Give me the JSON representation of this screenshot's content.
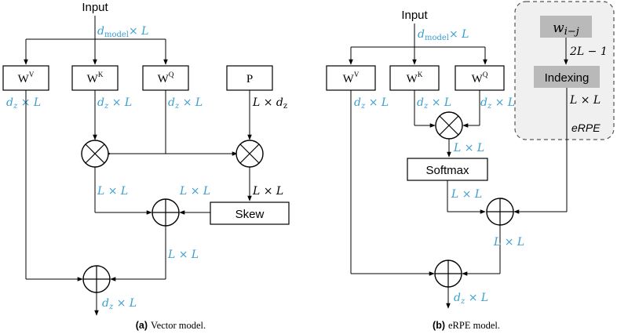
{
  "panel_a": {
    "input_label": "Input",
    "input_dim": "d",
    "input_dim_sub": "model",
    "input_dim_tail": "× L",
    "boxes": {
      "wv": "W",
      "wv_sup": "V",
      "wk": "W",
      "wk_sup": "K",
      "wq": "W",
      "wq_sup": "Q",
      "p": "P",
      "skew": "Skew"
    },
    "dims": {
      "wv_out": "d",
      "wv_out_sub": "z",
      "wv_out_tail": " × L",
      "wk_out": "d",
      "wk_out_sub": "z",
      "wk_out_tail": " × L",
      "wq_out": "d",
      "wq_out_sub": "z",
      "wq_out_tail": " × L",
      "p_out": "L × d",
      "p_out_sub": "z",
      "left_mult_out": "L × L",
      "skew_in": "L × L",
      "skew_out": "L × L",
      "add_out": "L × L",
      "final_out": "d",
      "final_out_sub": "z",
      "final_out_tail": " × L"
    },
    "caption_tag": "(a)",
    "caption_text": "Vector model."
  },
  "panel_b": {
    "input_label": "Input",
    "input_dim": "d",
    "input_dim_sub": "model",
    "input_dim_tail": "× L",
    "boxes": {
      "wv": "W",
      "wv_sup": "V",
      "wk": "W",
      "wk_sup": "K",
      "wq": "W",
      "wq_sup": "Q",
      "softmax": "Softmax",
      "indexing": "Indexing",
      "w": "w",
      "w_sub": "i−j"
    },
    "erpe_label": "eRPE",
    "dims": {
      "w_out": "2L − 1",
      "index_out": "L × L",
      "wv_out": "d",
      "wv_out_sub": "z",
      "wv_out_tail": " × L",
      "wk_out": "d",
      "wk_out_sub": "z",
      "wk_out_tail": " × L",
      "wq_out": "d",
      "wq_out_sub": "z",
      "wq_out_tail": " × L",
      "mult_out": "L × L",
      "softmax_out": "L × L",
      "add_out": "L × L",
      "final_out": "d",
      "final_out_sub": "z",
      "final_out_tail": " × L"
    },
    "caption_tag": "(b)",
    "caption_text": "eRPE model."
  },
  "colors": {
    "dimension_label": "#3a9ed0",
    "grey_box": "#b9b9b9",
    "erpe_panel": "#f0f0f0"
  }
}
